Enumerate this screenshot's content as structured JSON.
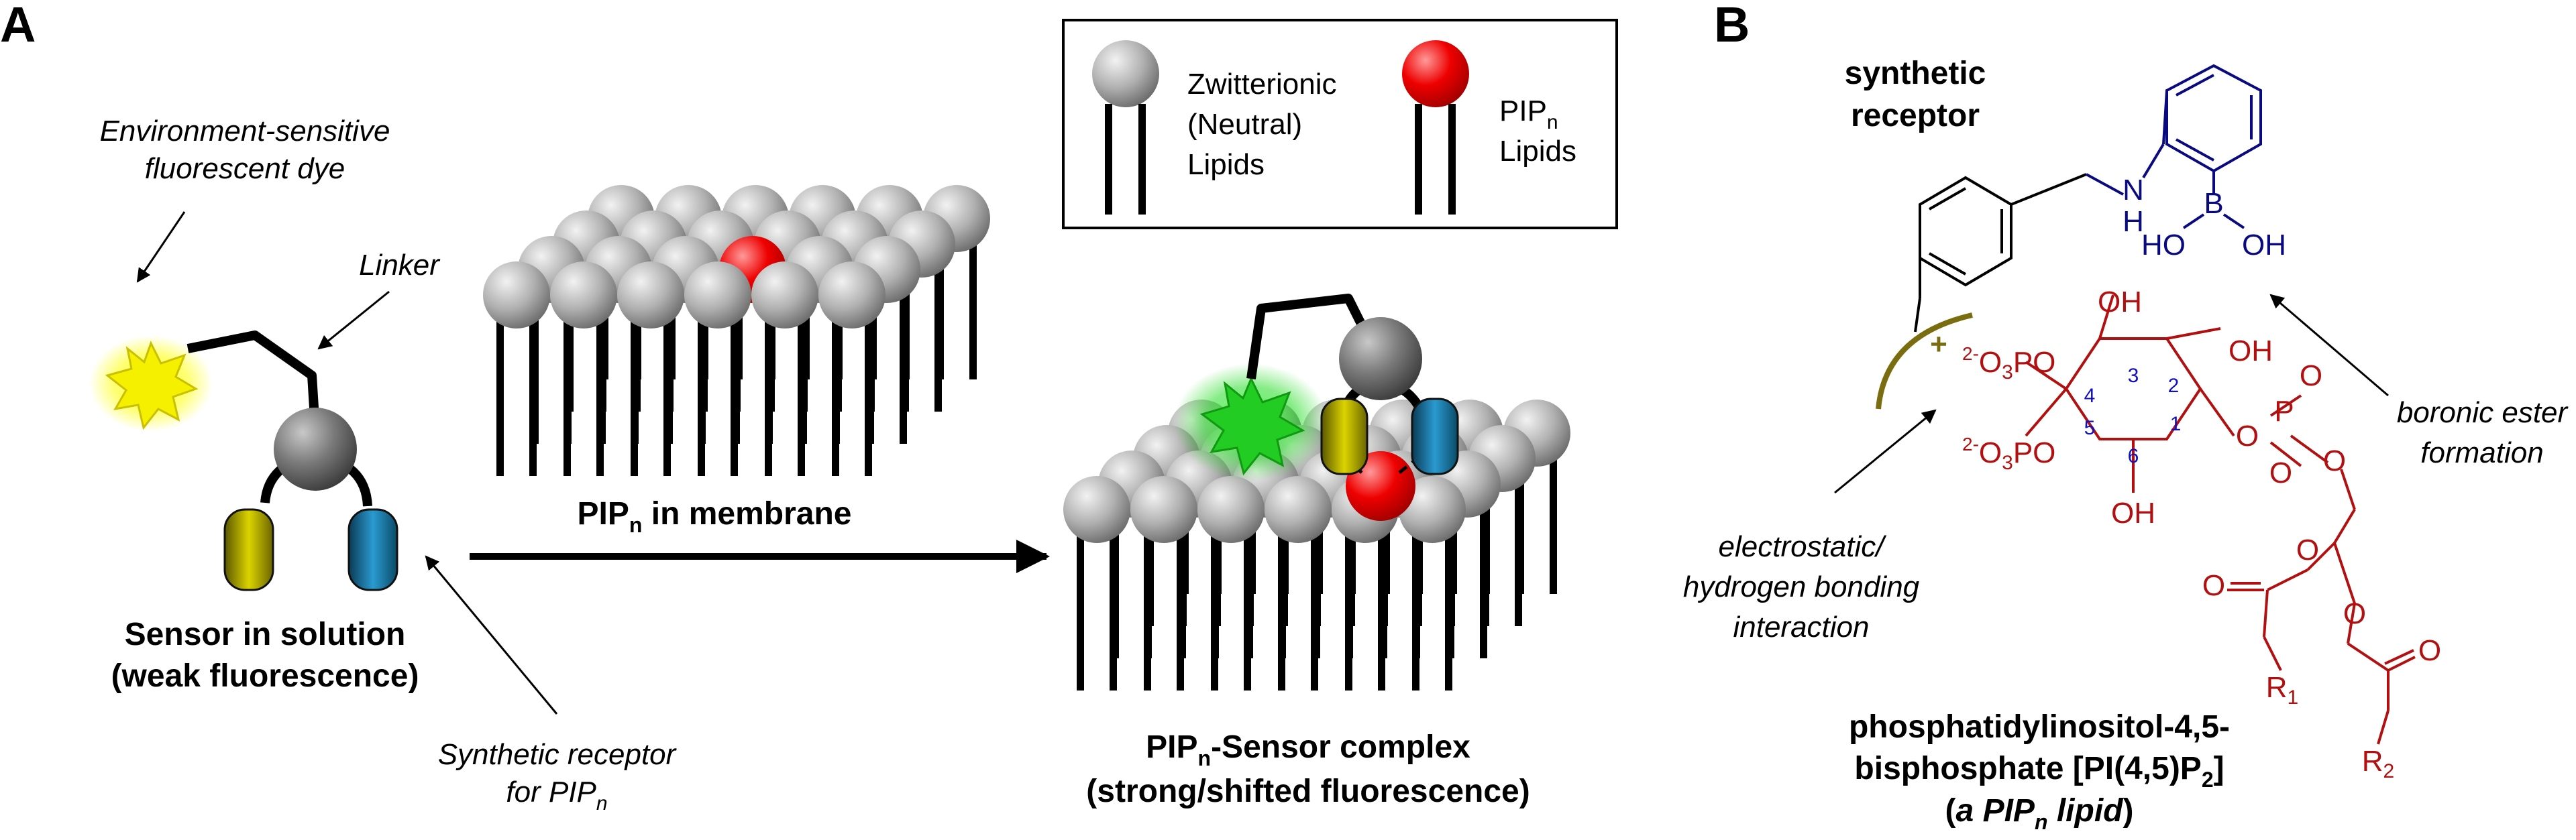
{
  "panel_a": {
    "letter": "A",
    "dye_label_line1": "Environment-sensitive",
    "dye_label_line2": "fluorescent dye",
    "linker_label": "Linker",
    "sensor_line1": "Sensor in solution",
    "sensor_line2": "(weak fluorescence)",
    "receptor_line1": "Synthetic receptor",
    "receptor_line2_pre": "for PIP",
    "receptor_line2_sub": "n",
    "membrane_pre": "PIP",
    "membrane_sub": "n",
    "membrane_post": " in membrane",
    "complex_pre": "PIP",
    "complex_sub": "n",
    "complex_post": "-Sensor complex",
    "complex_line2": "(strong/shifted fluorescence)",
    "legend": {
      "zwitterionic_line1": "Zwitterionic",
      "zwitterionic_line2": "(Neutral)",
      "zwitterionic_line3": "Lipids",
      "pip_pre": "PIP",
      "pip_sub": "n",
      "pip_line2": "Lipids"
    }
  },
  "panel_b": {
    "letter": "B",
    "receptor_line1": "synthetic",
    "receptor_line2": "receptor",
    "nh_n": "N",
    "nh_h": "H",
    "boron": "B",
    "ho": "HO",
    "oh": "OH",
    "charge_plus": "+",
    "phosphate_sup": "2-",
    "phosphate_main": "O",
    "phosphate_sub": "3",
    "phosphate_po": "PO",
    "phosphate2_sup": "2-",
    "phosphate2_main": "O",
    "phosphate2_sub": "3",
    "phosphate2_po": "PO",
    "oh_top": "OH",
    "oh_right": "OH",
    "oh_bottom": "OH",
    "p_atom": "P",
    "o_atom": "O",
    "ring_numbers": [
      "1",
      "2",
      "3",
      "4",
      "5",
      "6"
    ],
    "r1": "R",
    "r1_sub": "1",
    "r2": "R",
    "r2_sub": "2",
    "boronic_line1": "boronic ester",
    "boronic_line2": "formation",
    "electro_line1": "electrostatic/",
    "electro_line2": "hydrogen bonding",
    "electro_line3": "interaction",
    "lipid_name_line1": "phosphatidylinositol-4,5-",
    "lipid_name_line2_pre": "bisphosphate [PI(4,5)P",
    "lipid_name_line2_sub": "2",
    "lipid_name_line2_post": "]",
    "lipid_name_line3_pre": "(",
    "lipid_name_line3_a": "a PIP",
    "lipid_name_line3_sub": "n",
    "lipid_name_line3_b": " lipid",
    "lipid_name_line3_post": ")"
  },
  "colors": {
    "lipid_gray": "#a8a8a8",
    "pip_red": "#ee0000",
    "dye_yellow": "#ffff00",
    "dye_green": "#22dd22",
    "receptor_navy": "#0a0a80",
    "lipid_crimson": "#b21010",
    "charge_olive": "#7a6d10",
    "receptor_yellow": "#c8c000",
    "receptor_blue": "#1a7aa8"
  }
}
